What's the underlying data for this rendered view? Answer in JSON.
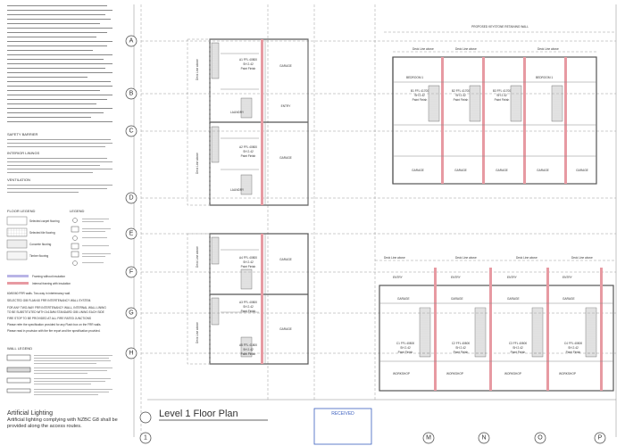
{
  "sheet": {
    "title": "Level 1 Floor Plan",
    "stamp": "RECEIVED",
    "retaining_wall": "PROPOSED KEYSTONE RETAINING WALL"
  },
  "grid": {
    "rows": [
      "A",
      "B",
      "C",
      "D",
      "E",
      "F",
      "G",
      "H"
    ],
    "cols": [
      "1",
      "M",
      "N",
      "O",
      "P"
    ]
  },
  "notes": {
    "safety_barrier": "SAFETY BARRIER",
    "interior_linings": "INTERIOR LININGS",
    "ventilation": "VENTILATION",
    "floor_legend": "FLOOR LEGEND",
    "legend": "LEGEND",
    "wall_legend": "WALL LEGEND",
    "legend_items": [
      "Selected carpet flooring",
      "Selected tile flooring",
      "Concrete flooring",
      "Timber flooring"
    ],
    "framing": [
      "Framing without insulation",
      "Internal framing with insulation"
    ],
    "fire_notes": [
      "60/60/60 FRR walls. Two-way in intertenancy wall.",
      "SELECTED GIB FLAM 60 FRR INTERTENANCY WALL SYSTEM.",
      "FOR ANY TWO-WAY FRR INTERTENANCY WALL, INTERNAL WALL LINING",
      "TO BE SUBSTITUTED WITH 2x13MM STANDARD GIB LINING EACH SIDE",
      "FIRE STOP TO BE PROVIDED AT ALL FIRE RATED JUNCTIONS",
      "Please refer the specification provided for any Flash box on the FRR walls.",
      "Please read in provision with the fire report and the specification provided."
    ],
    "artificial_lighting": "Artificial Lighting",
    "artificial_lighting_text": "Artificial lighting complying with NZBC G8 shall be provided along the access routes."
  },
  "units": [
    {
      "id": "A1",
      "ffl": "A1 FFL 40800",
      "sh": "SH 2.42",
      "finish": "Paint Finish"
    },
    {
      "id": "A2",
      "ffl": "A2 FFL 40800",
      "sh": "SH 2.42",
      "finish": "Paint Finish"
    },
    {
      "id": "A3",
      "ffl": "A3 FFL 40800",
      "sh": "SH 2.42",
      "finish": "Paint Finish"
    },
    {
      "id": "A4",
      "ffl": "A4 FFL 40800",
      "sh": "SH 2.42",
      "finish": "Paint Finish"
    },
    {
      "id": "A5",
      "ffl": "A5 FFL 41800",
      "sh": "SH 2.42",
      "finish": "Paint Finish"
    },
    {
      "id": "B1",
      "ffl": "B1 FFL 41700",
      "sh": "SH 2.42",
      "finish": "Paint Finish"
    },
    {
      "id": "B2",
      "ffl": "B2 FFL 41700",
      "sh": "SH 2.42",
      "finish": "Paint Finish"
    },
    {
      "id": "B3",
      "ffl": "B3 FFL 41700",
      "sh": "SH 2.42",
      "finish": "Paint Finish"
    },
    {
      "id": "C1",
      "ffl": "C1 FFL 40800",
      "sh": "SH 2.42",
      "finish": "Paint Finish"
    },
    {
      "id": "C2",
      "ffl": "C2 FFL 40800",
      "sh": "SH 2.42",
      "finish": "Paint Finish"
    },
    {
      "id": "C3",
      "ffl": "C3 FFL 40800",
      "sh": "SH 2.42",
      "finish": "Paint Finish"
    },
    {
      "id": "C4",
      "ffl": "C4 FFL 40800",
      "sh": "SH 2.42",
      "finish": "Paint Finish"
    }
  ],
  "rooms": {
    "garage": "GARAGE",
    "entry": "ENTRY",
    "laundry": "LAUNDRY",
    "bedroom": "BEDROOM 1",
    "workshop": "WORKSHOP",
    "deck_line": "Deck Line above"
  },
  "colors": {
    "wall_pink": "#e79aa2",
    "wall_blue": "#b9b4e6",
    "line": "#555555"
  }
}
